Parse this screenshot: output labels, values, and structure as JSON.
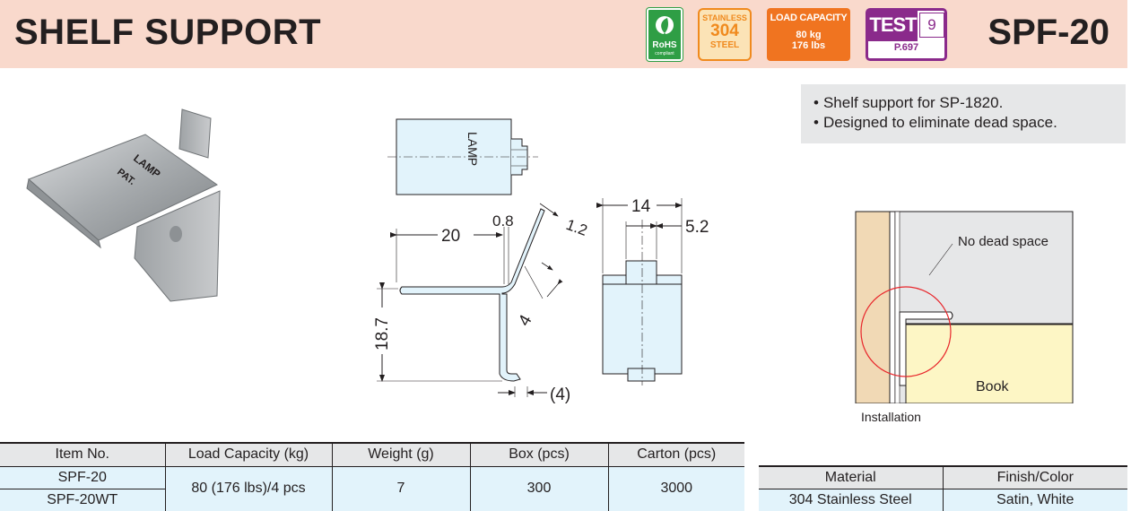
{
  "header": {
    "title": "SHELF SUPPORT",
    "model": "SPF-20",
    "badges": {
      "rohs": {
        "line1": "RoHS",
        "line2": "compliant"
      },
      "stainless": {
        "line1": "STAINLESS",
        "line2": "304",
        "line3": "STEEL"
      },
      "load": {
        "heading": "LOAD CAPACITY",
        "kg": "80 kg",
        "lbs": "176 lbs"
      },
      "test": {
        "label": "TEST",
        "number": "9",
        "page": "P.697"
      }
    }
  },
  "features": [
    "Shelf support for SP-1820.",
    "Designed to eliminate dead space."
  ],
  "drawing": {
    "stamp_text": "LAMP",
    "photo_text": {
      "line1": "LAMP",
      "line2": "PAT."
    },
    "dimensions": {
      "width_total": "20",
      "thickness": "0.8",
      "bend_radius": "1.2",
      "height": "18.7",
      "tab": "4",
      "hook": "(4)",
      "side_width": "14",
      "side_tab": "5.2"
    }
  },
  "installation": {
    "callout": "No dead space",
    "book_label": "Book",
    "caption": "Installation"
  },
  "item_table": {
    "headers": [
      "Item No.",
      "Load Capacity (kg)",
      "Weight (g)",
      "Box (pcs)",
      "Carton (pcs)"
    ],
    "items": [
      "SPF-20",
      "SPF-20WT"
    ],
    "load_capacity": "80 (176 lbs)/4 pcs",
    "weight": "7",
    "box": "300",
    "carton": "3000"
  },
  "material_table": {
    "headers": [
      "Material",
      "Finish/Color"
    ],
    "material": "304 Stainless Steel",
    "finish": "Satin, White"
  },
  "colors": {
    "header_bg": "#f9d9cc",
    "table_header_bg": "#e6e7e8",
    "table_cell_bg": "#e2f3fb",
    "rohs_green": "#2f9e45",
    "stainless_orange": "#f08a1e",
    "load_orange": "#f07420",
    "test_purple": "#8a2a8b",
    "callout_red": "#e8262b"
  }
}
